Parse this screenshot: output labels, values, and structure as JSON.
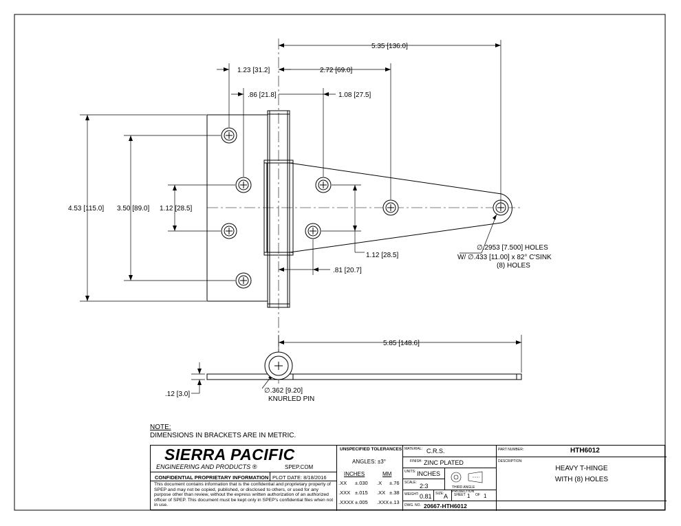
{
  "dimensions": {
    "overall_length": [
      "5.35",
      "136.0"
    ],
    "d1_23": [
      "1.23",
      "31.2"
    ],
    "d2_72": [
      "2.72",
      "69.0"
    ],
    "d86": [
      ".86",
      "21.8"
    ],
    "d1_08": [
      "1.08",
      "27.5"
    ],
    "height": [
      "4.53",
      "115.0"
    ],
    "hole_span": [
      "3.50",
      "89.0"
    ],
    "hole_pitch_leaf": [
      "1.12",
      "28.5"
    ],
    "hole_pitch_strap": [
      "1.12",
      "28.5"
    ],
    "d81": [
      ".81",
      "20.7"
    ],
    "side_length": [
      "5.85",
      "148.6"
    ],
    "thickness": [
      ".12",
      "3.0"
    ],
    "pin": [
      ".362",
      "9.20"
    ]
  },
  "callouts": {
    "holes_line1": "∅.2953 [7.500]  HOLES",
    "holes_line2": "W/ ∅.433 [11.00] x 82° C'SINK",
    "holes_line3": "(8) HOLES",
    "pin_line2": "KNURLED PIN"
  },
  "note": {
    "heading": "NOTE:",
    "text": "DIMENSIONS IN BRACKETS ARE IN METRIC."
  },
  "title_block": {
    "company": "SIERRA PACIFIC",
    "company_sub": "ENGINEERING AND PRODUCTS",
    "company_mark": "®",
    "url": "SPEP.COM",
    "confidential": "CONFIDENTIAL PROPRIETARY INFORMATION",
    "plot_date": "PLOT DATE: 8/18/2016",
    "confidential_text": "This document contains information that is the confidential and proprietary property of SPEP and may not be copied, published, or disclosed to others, or used for any purpose  other than review, without the express written authorization of an authorized officer of SPEP. This document must be kept only in SPEP's confidential files when not in use.",
    "tolerances_title": "UNSPECIFIED TOLERANCES",
    "angles": "ANGLES: ±3°",
    "inches_header": "INCHES",
    "mm_header": "MM",
    "tol_rows": [
      [
        ".XX",
        "±.030",
        ".X",
        "±.76"
      ],
      [
        ".XXX",
        "±.015",
        ".XX",
        "±.38"
      ],
      [
        ".XXXX",
        "±.005",
        ".XXX",
        "±.13"
      ]
    ],
    "material_label": "MATERIAL:",
    "material": "C.R.S.",
    "finish_label": "FINISH:",
    "finish": "ZINC PLATED",
    "units_label": "UNITS:",
    "units": "INCHES",
    "scale_label": "SCALE:",
    "scale": "2:3",
    "projection": "THIRD ANGLE PROJECTION",
    "weight_label": "WEIGHT:",
    "weight": "0.81",
    "size_label": "SIZE:",
    "size": "A",
    "sheet_label": "SHEET",
    "sheet": "1",
    "of_label": "OF",
    "of": "1",
    "dwg_label": "DWG. NO.",
    "dwg": "20667-HTH6012",
    "part_label": "PART NUMBER:",
    "part": "HTH6012",
    "desc_label": "DESCRIPTION:",
    "desc1": "HEAVY T-HINGE",
    "desc2": "WITH (8) HOLES"
  }
}
